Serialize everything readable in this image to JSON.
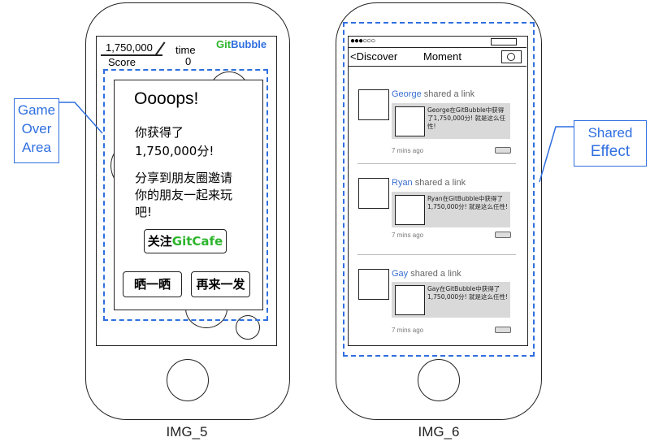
{
  "img5": {
    "caption": "IMG_5",
    "score_value": "1,750,000",
    "score_label": "Score",
    "time_label": "time",
    "time_value": "0",
    "brand_git": "Git",
    "brand_bubble": "Bubble",
    "colors": {
      "git": "#2db52d",
      "bubble": "#2f6fe0"
    },
    "dialog": {
      "title": "Oooops!",
      "line1": "你获得了",
      "line2": "1,750,000分!",
      "line3": "分享到朋友圈邀请",
      "line4": "你的朋友一起来玩",
      "line5": "吧!",
      "follow_prefix": "关注",
      "follow_brand": "GitCafe",
      "share_button": "晒一晒",
      "retry_button": "再来一发"
    },
    "callout": {
      "line1": "Game",
      "line2": "Over",
      "line3": "Area"
    }
  },
  "img6": {
    "caption": "IMG_6",
    "nav_back": "<Discover",
    "nav_title": "Moment",
    "callout": {
      "line1": "Shared",
      "line2": "Effect"
    },
    "posts": [
      {
        "name": "George",
        "action": " shared a link",
        "text": "George在GitBubble中获得了1,750,000分! 就是这么任性!",
        "time": "7 mins ago"
      },
      {
        "name": "Ryan",
        "action": " shared a link",
        "text": "Ryan在GitBubble中获得了1,750,000分! 就是这么任性!",
        "time": "7 mins ago"
      },
      {
        "name": "Gay",
        "action": " shared a link",
        "text": "Gay在GitBubble中获得了1,750,000分! 就是这么任性!",
        "time": "7 mins ago"
      }
    ]
  }
}
